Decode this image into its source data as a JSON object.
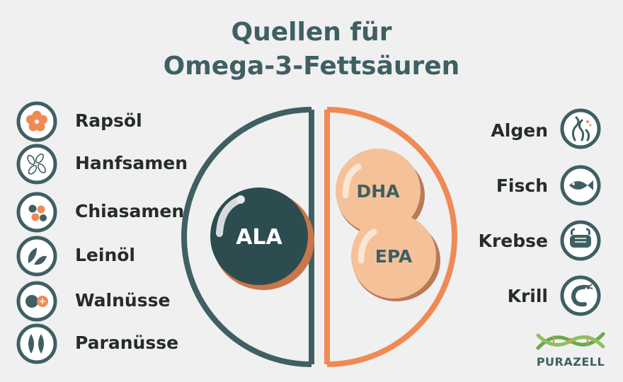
{
  "title": {
    "line1": "Quellen für",
    "line2": "Omega-3-Fettsäuren"
  },
  "left_items": [
    {
      "label": "Rapsöl",
      "icon": "rapeseed-flower-icon"
    },
    {
      "label": "Hanfsamen",
      "icon": "hemp-seeds-icon"
    },
    {
      "label": "Chiasamen",
      "icon": "chia-seeds-icon"
    },
    {
      "label": "Leinöl",
      "icon": "linseed-icon"
    },
    {
      "label": "Walnüsse",
      "icon": "walnut-icon"
    },
    {
      "label": "Paranüsse",
      "icon": "brazil-nut-icon"
    }
  ],
  "right_items": [
    {
      "label": "Algen",
      "icon": "algae-icon"
    },
    {
      "label": "Fisch",
      "icon": "fish-icon"
    },
    {
      "label": "Krebse",
      "icon": "crab-icon"
    },
    {
      "label": "Krill",
      "icon": "krill-icon"
    }
  ],
  "capsules": {
    "ala": "ALA",
    "dha": "DHA",
    "epa": "EPA"
  },
  "logo": {
    "text": "PURAZELL"
  },
  "colors": {
    "background": "#f0f0f0",
    "teal": "#3f5f63",
    "orange": "#ef8a55",
    "peach": "#f4c199",
    "dark_capsule": "#2c4c50"
  }
}
